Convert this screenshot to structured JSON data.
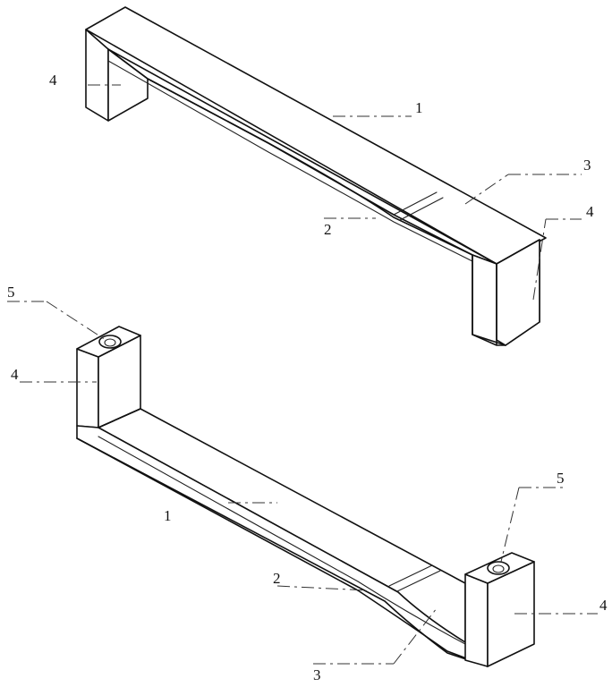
{
  "labels": {
    "top_handle": "1",
    "top_middle": "2",
    "top_transition": "3",
    "top_left_post": "4",
    "top_right_post": "4",
    "bottom_handle": "1",
    "bottom_middle": "2",
    "bottom_transition": "3",
    "bottom_left_post": "4",
    "bottom_right_post": "4",
    "bottom_left_hole": "5",
    "bottom_right_hole": "5"
  }
}
